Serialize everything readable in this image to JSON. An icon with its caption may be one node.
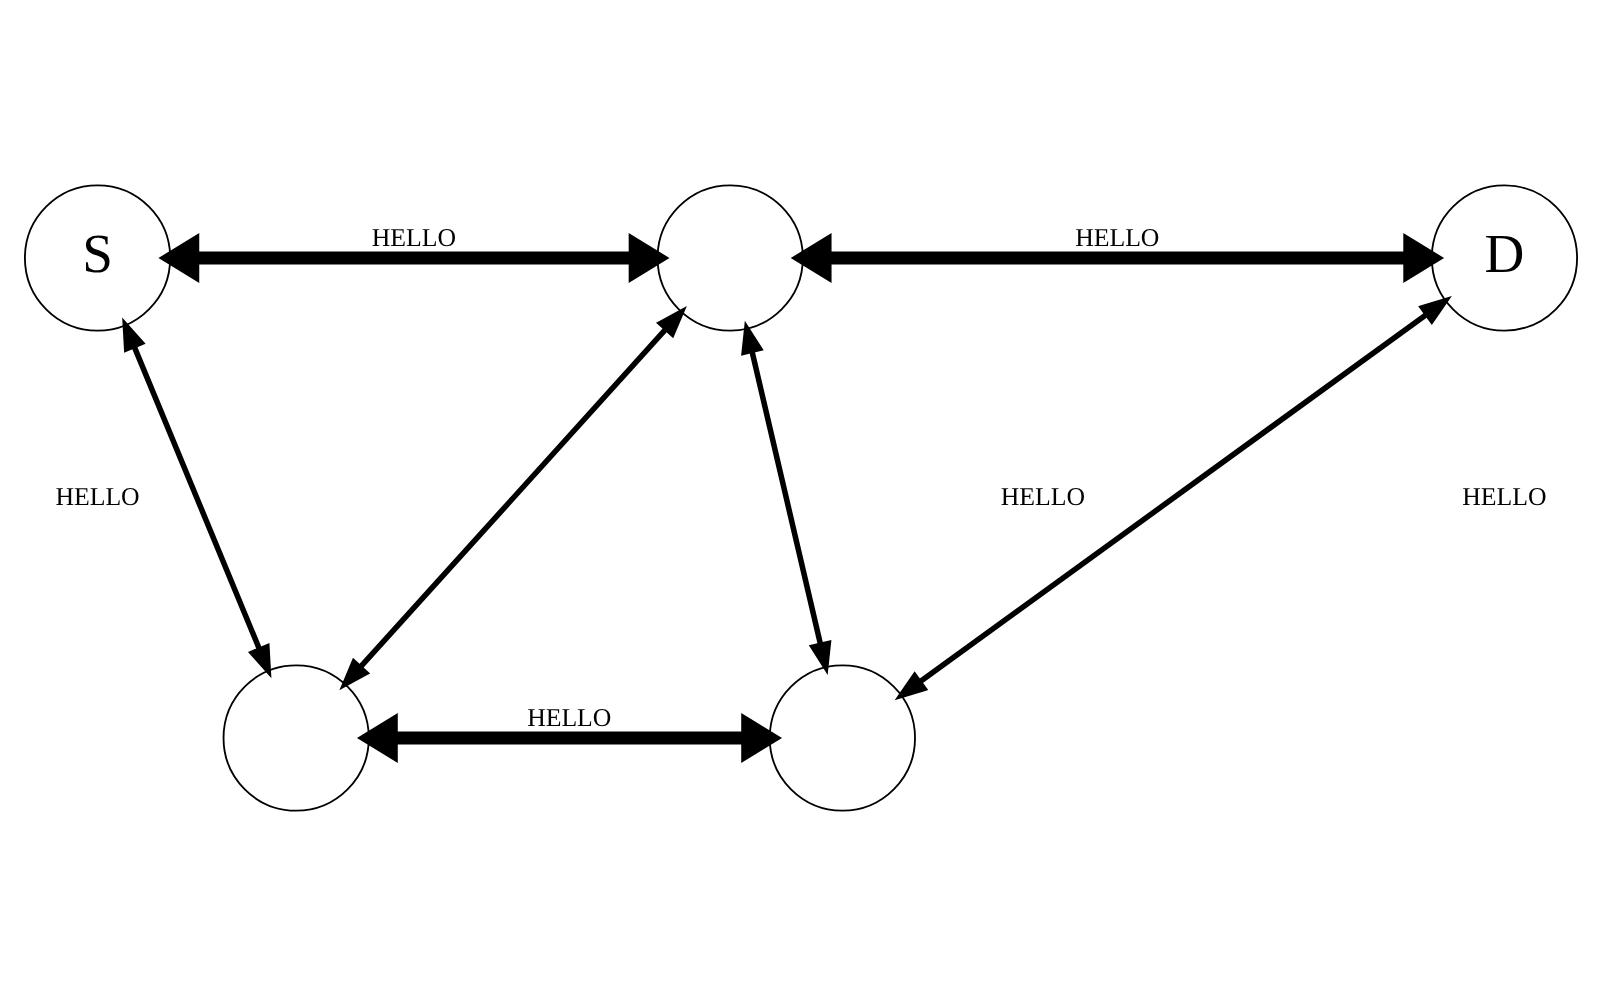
{
  "diagram": {
    "nodes": [
      {
        "text": [
          "S"
        ]
      },
      {
        "text": [],
        "shape": "circle"
      },
      {
        "text": [
          "D"
        ]
      },
      {
        "text": [],
        "shape": "circle"
      },
      {
        "text": [],
        "shape": "circle"
      }
    ],
    "edges": [
      {
        "from": 0,
        "to": 1,
        "arrow": "both",
        "label": "HELLO",
        "style": "thick"
      },
      {
        "from": 1,
        "to": 2,
        "arrow": "both",
        "label": "HELLO",
        "style": "thick"
      },
      {
        "from": 0,
        "to": 3,
        "arrow": "both"
      },
      {
        "from": 1,
        "to": 3,
        "arrow": "both"
      },
      {
        "from": 1,
        "to": 4,
        "arrow": "both"
      },
      {
        "from": 2,
        "to": 4,
        "arrow": "both"
      },
      {
        "from": 3,
        "to": 4,
        "arrow": "both",
        "label": "HELLO",
        "style": "thick"
      }
    ],
    "labels": [
      "HELLO",
      "HELLO",
      "HELLO"
    ]
  }
}
